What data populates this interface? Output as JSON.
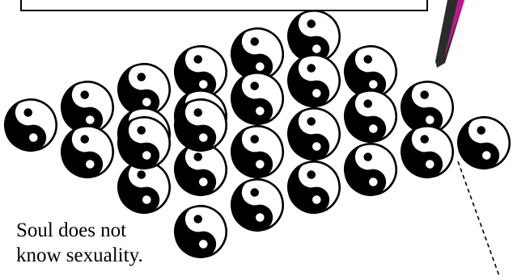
{
  "caption": {
    "line1": "Soul does not",
    "line2": "know sexuality."
  },
  "diagram": {
    "symbol": "yin-yang-icon",
    "symbol_count": 26,
    "colors": {
      "ink": "#000000",
      "paper": "#ffffff",
      "pen_accent": "#c2188f",
      "pen_body": "#2b2b2b"
    }
  }
}
